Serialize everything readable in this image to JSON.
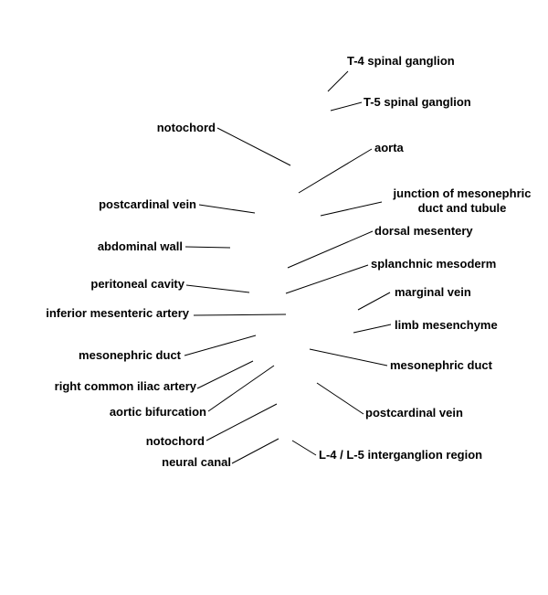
{
  "labels": {
    "t4_spinal_ganglion": "T-4 spinal ganglion",
    "t5_spinal_ganglion": "T-5 spinal ganglion",
    "notochord_upper": "notochord",
    "aorta": "aorta",
    "junction_line1": "junction of mesonephric",
    "junction_line2": "duct and tubule",
    "postcardinal_vein_left": "postcardinal vein",
    "dorsal_mesentery": "dorsal mesentery",
    "abdominal_wall": "abdominal wall",
    "splanchnic_mesoderm": "splanchnic mesoderm",
    "peritoneal_cavity": "peritoneal cavity",
    "marginal_vein": "marginal vein",
    "inferior_mesenteric_artery": "inferior mesenteric artery",
    "limb_mesenchyme": "limb mesenchyme",
    "mesonephric_duct_left": "mesonephric duct",
    "mesonephric_duct_right": "mesonephric duct",
    "right_common_iliac_artery": "right common iliac artery",
    "aortic_bifurcation": "aortic bifurcation",
    "postcardinal_vein_right": "postcardinal vein",
    "notochord_lower": "notochord",
    "neural_canal": "neural canal",
    "l4_l5_interganglion_region": "L-4 / L-5 interganglion region"
  }
}
